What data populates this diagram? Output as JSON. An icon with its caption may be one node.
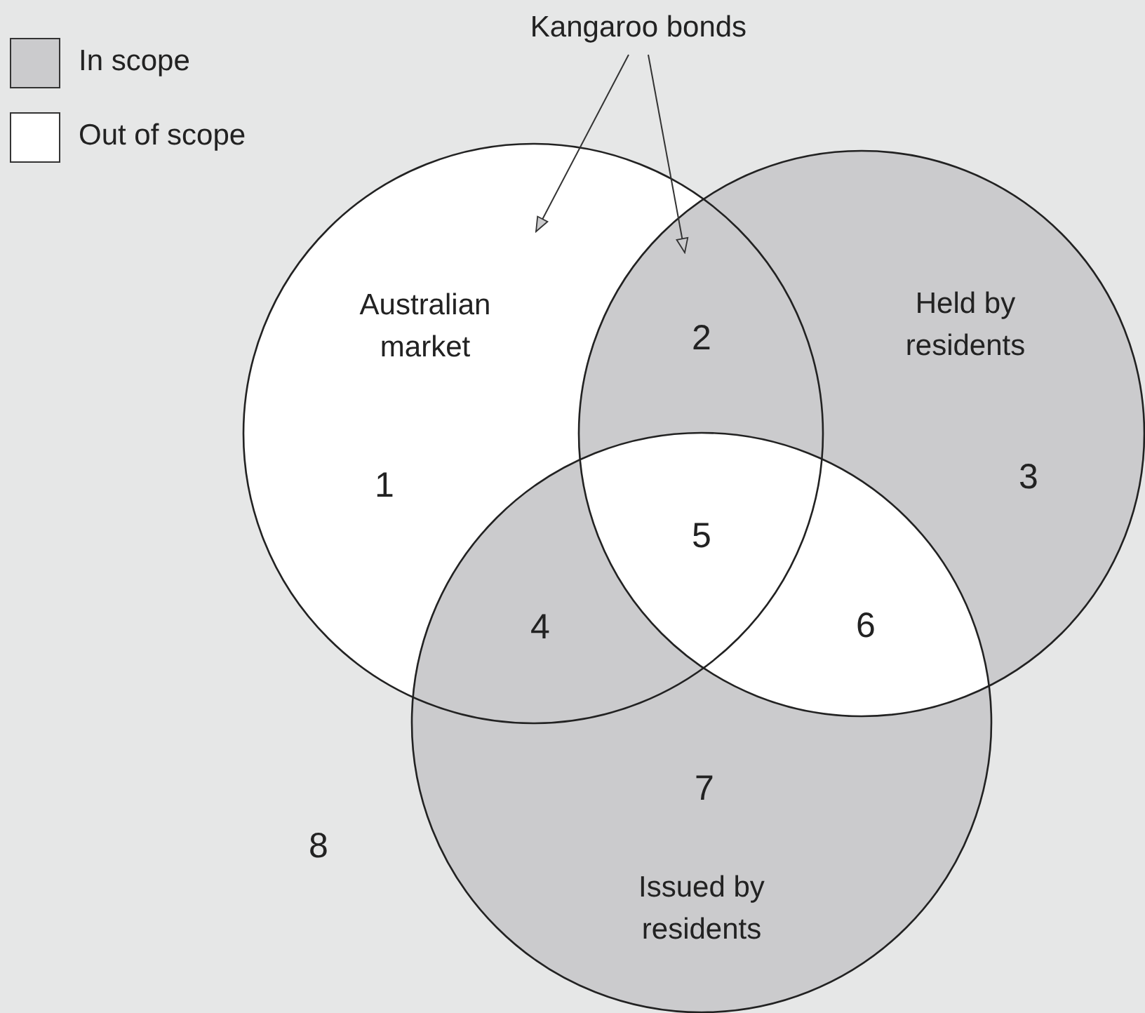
{
  "diagram": {
    "nodes": [
      {
        "text": [
          "Kangaroo bonds"
        ]
      },
      {
        "text": [
          "Australian market"
        ]
      },
      {
        "text": [
          "Held by residents"
        ]
      },
      {
        "text": [
          "Issued by residents"
        ]
      }
    ],
    "edges": [
      {
        "from": 0,
        "to": 1,
        "arrow": "to"
      },
      {
        "from": 0,
        "to": 2,
        "arrow": "to"
      }
    ],
    "labels": [
      "2",
      "1",
      "3",
      "5",
      "4",
      "6",
      "7",
      "8"
    ],
    "legend": [
      {
        "text": "In scope",
        "color": "#cbcbcd"
      },
      {
        "text": "Out of scope",
        "color": "#ffffff"
      }
    ]
  }
}
